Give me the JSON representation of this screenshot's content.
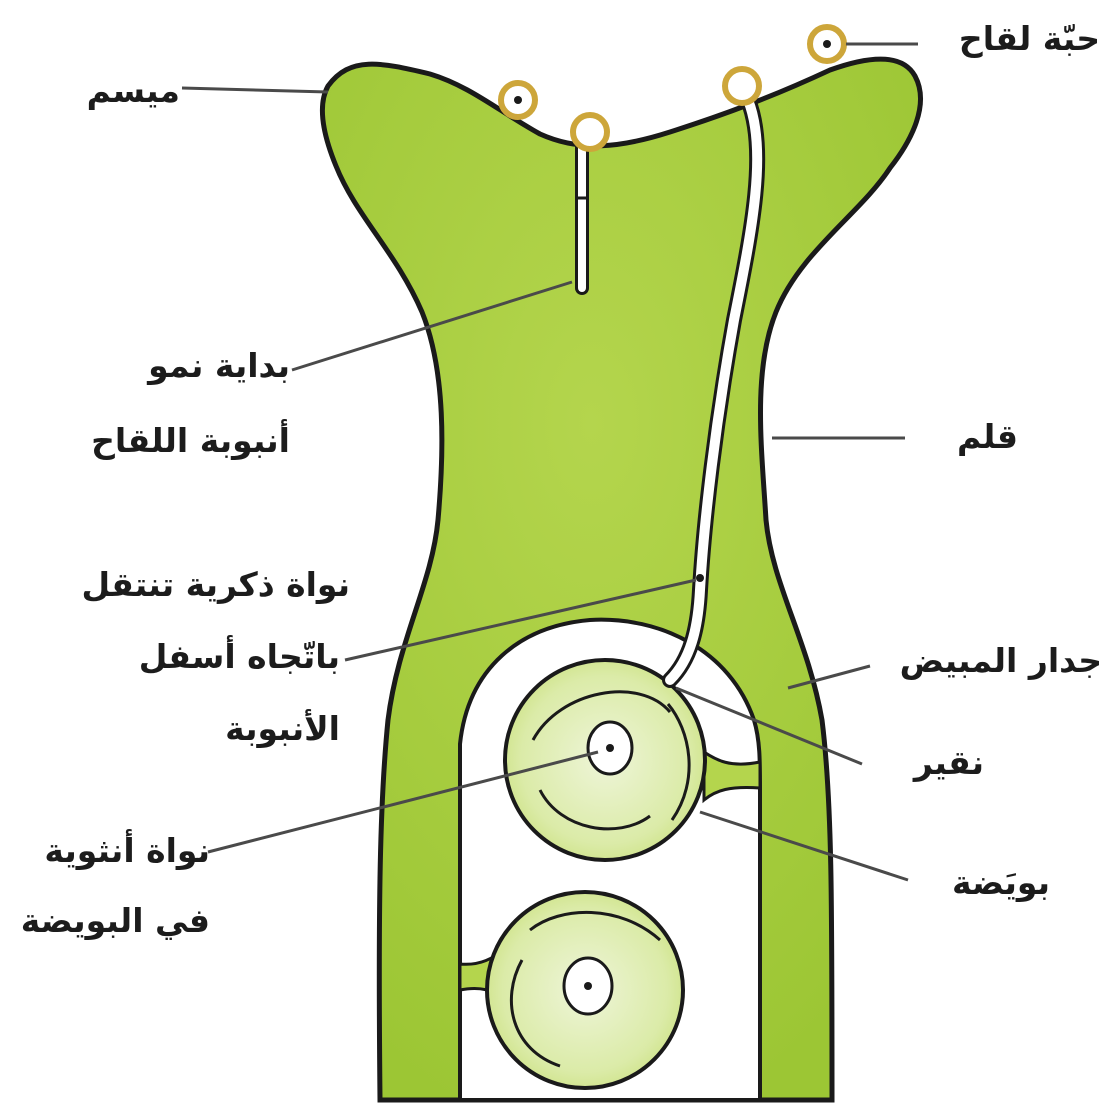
{
  "labels": {
    "pollen_grain": "حبّة لقاح",
    "stigma": "ميسم",
    "tube_start_line1": "بداية نمو",
    "tube_start_line2": "أنبوبة اللقاح",
    "style": "قلم",
    "male_nucleus_line1": "نواة ذكرية تنتقل",
    "male_nucleus_line2": "باتّجاه أسفل",
    "male_nucleus_line3": "الأنبوبة",
    "ovary_wall": "جدار المبيض",
    "micropyle": "نقير",
    "ovule": "بويَضة",
    "female_nucleus_line1": "نواة أنثوية",
    "female_nucleus_line2": "في البويضة"
  },
  "colors": {
    "tissue": "#a9cf3c",
    "tissue_light": "#cfe47f",
    "outline": "#1a1a1a",
    "pollen": "#cda63a",
    "label_line": "#4a4a4a"
  }
}
